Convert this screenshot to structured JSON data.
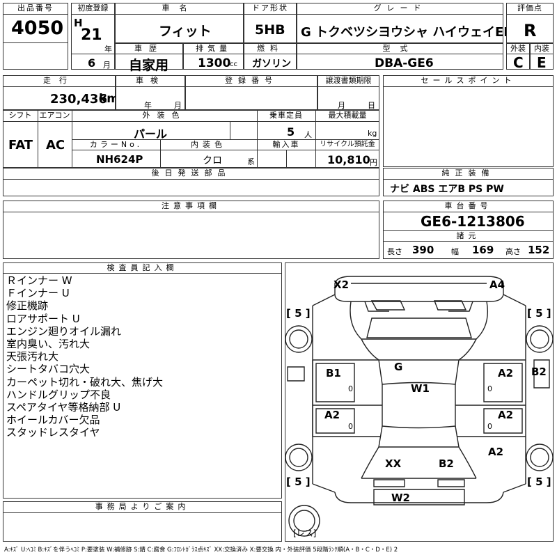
{
  "lot": {
    "label": "出品番号",
    "value": "4050"
  },
  "first_reg": {
    "label": "初度登録",
    "era": "H",
    "year": "21",
    "year_unit": "年",
    "month": "6",
    "month_unit": "月"
  },
  "car_name": {
    "label": "車名",
    "value": "フィット"
  },
  "door": {
    "label": "ドア形状",
    "value": "5HB"
  },
  "grade": {
    "label": "グレード",
    "value": "G トクベツシヨウシャ ハイウェイED"
  },
  "score": {
    "label": "評価点",
    "value": "R"
  },
  "history": {
    "label": "車歴",
    "value": "自家用"
  },
  "displacement": {
    "label": "排気量",
    "value": "1300",
    "unit": "cc"
  },
  "fuel": {
    "label": "燃料",
    "value": "ガソリン"
  },
  "model": {
    "label": "型式",
    "value": "DBA-GE6"
  },
  "exterior": {
    "label": "外装",
    "value": "C"
  },
  "interior": {
    "label": "内装",
    "value": "E"
  },
  "mileage": {
    "label": "走行",
    "value": "230,436",
    "unit": "km"
  },
  "inspection": {
    "label": "車検",
    "year_unit": "年",
    "month_unit": "月"
  },
  "registration": {
    "label": "登録番号"
  },
  "transfer": {
    "label": "譲渡書類期限",
    "month_unit": "月",
    "day_unit": "日"
  },
  "sales_point": {
    "label": "セールスポイント"
  },
  "shift": {
    "label": "シフト",
    "value": "FAT"
  },
  "aircon": {
    "label": "エアコン",
    "value": "AC"
  },
  "ext_color": {
    "label": "外装色",
    "value": "パール"
  },
  "capacity": {
    "label": "乗車定員",
    "value": "5",
    "unit": "人"
  },
  "max_load": {
    "label": "最大積載量",
    "unit": "kg"
  },
  "color_no": {
    "label": "カラーNo.",
    "value": "NH624P"
  },
  "int_color": {
    "label": "内装色",
    "value": "クロ",
    "unit": "系"
  },
  "import": {
    "label": "輸入車"
  },
  "recycle": {
    "label": "リサイクル預託金",
    "value": "10,810",
    "unit": "円"
  },
  "later_parts": {
    "label": "後日発送部品"
  },
  "equipment": {
    "label": "純正装備",
    "value": "ナビ ABS エアB PS PW"
  },
  "caution": {
    "label": "注意事項欄"
  },
  "chassis": {
    "label": "車台番号",
    "value": "GE6-1213806"
  },
  "specs": {
    "label": "諸元",
    "length_label": "長さ",
    "length": "390",
    "width_label": "幅",
    "width": "169",
    "height_label": "高さ",
    "height": "152"
  },
  "inspector": {
    "label": "検査員記入欄",
    "notes": [
      "Ｒインナー W",
      "Ｆインナー U",
      "修正機跡",
      "ロアサポート U",
      "エンジン廻りオイル漏れ",
      "室内臭い、汚れ大",
      "天張汚れ大",
      "シートタバコ穴大",
      "カーペット切れ・破れ大、焦げ大",
      "ハンドルグリップ不良",
      "スペアタイヤ等格納部 U",
      "ホイールカバー欠品",
      "スタッドレスタイヤ"
    ]
  },
  "office": {
    "label": "事務局よりご案内"
  },
  "diagram": {
    "marks": {
      "x2": "X2",
      "a4": "A4",
      "b1": "B1",
      "g": "G",
      "a2_fr": "A2",
      "b2_r": "B2",
      "w1": "W1",
      "a2_l": "A2",
      "a2_r": "A2",
      "a2_rr": "A2",
      "xx": "XX",
      "b2_rear": "B2",
      "w2": "W2"
    },
    "tires": {
      "fl": "[ 5 ]",
      "fr": "[ 5 ]",
      "rl": "[ 5 ]",
      "rr": "[ 5 ]"
    },
    "spare": "[レス]",
    "zeros": [
      "0",
      "0",
      "0",
      "0"
    ]
  },
  "footer": "A:ｷｽﾞ U:ﾍｺﾐ B:ｷｽﾞを伴うﾍｺﾐ P:要塗装 W:補修跡 S:錆 C:腐食 G:ﾌﾛﾝﾄｶﾞﾗｽ点ｷｽﾞ XX:交換済み X:要交換 内・外装評価 5段階ﾗﾝｸ順(A・B・C・D・E) 2"
}
